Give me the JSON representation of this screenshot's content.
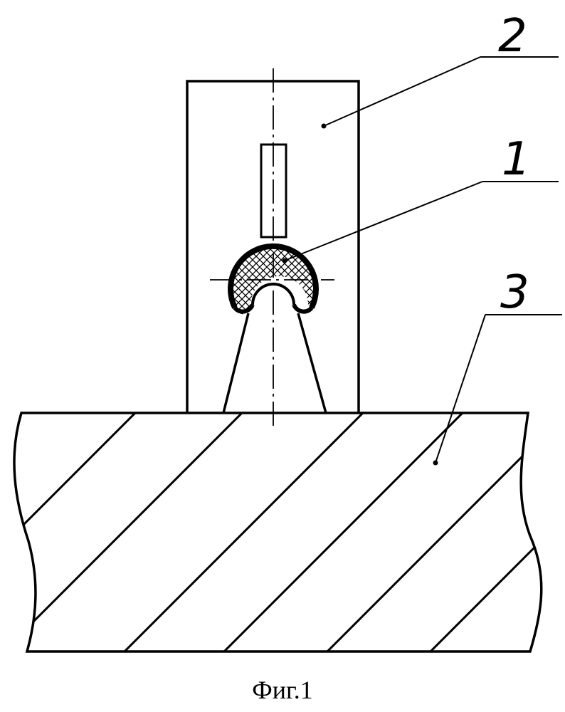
{
  "figure": {
    "caption": "Фиг.1",
    "callouts": [
      {
        "id": "label-2",
        "text": "2"
      },
      {
        "id": "label-1",
        "text": "1"
      },
      {
        "id": "label-3",
        "text": "3"
      }
    ]
  }
}
